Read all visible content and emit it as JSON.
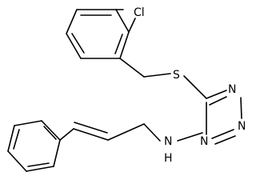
{
  "molecule": {
    "atoms": [
      {
        "id": "cl",
        "label": "Cl"
      },
      {
        "id": "s",
        "label": "S"
      },
      {
        "id": "n3",
        "label": "N"
      },
      {
        "id": "n2",
        "label": "N"
      },
      {
        "id": "n4",
        "label": "N"
      },
      {
        "id": "nh",
        "label": "N"
      },
      {
        "id": "h",
        "label": "H"
      }
    ]
  },
  "colors": {
    "bond": "#000000",
    "label": "#000000",
    "background": "#ffffff"
  }
}
